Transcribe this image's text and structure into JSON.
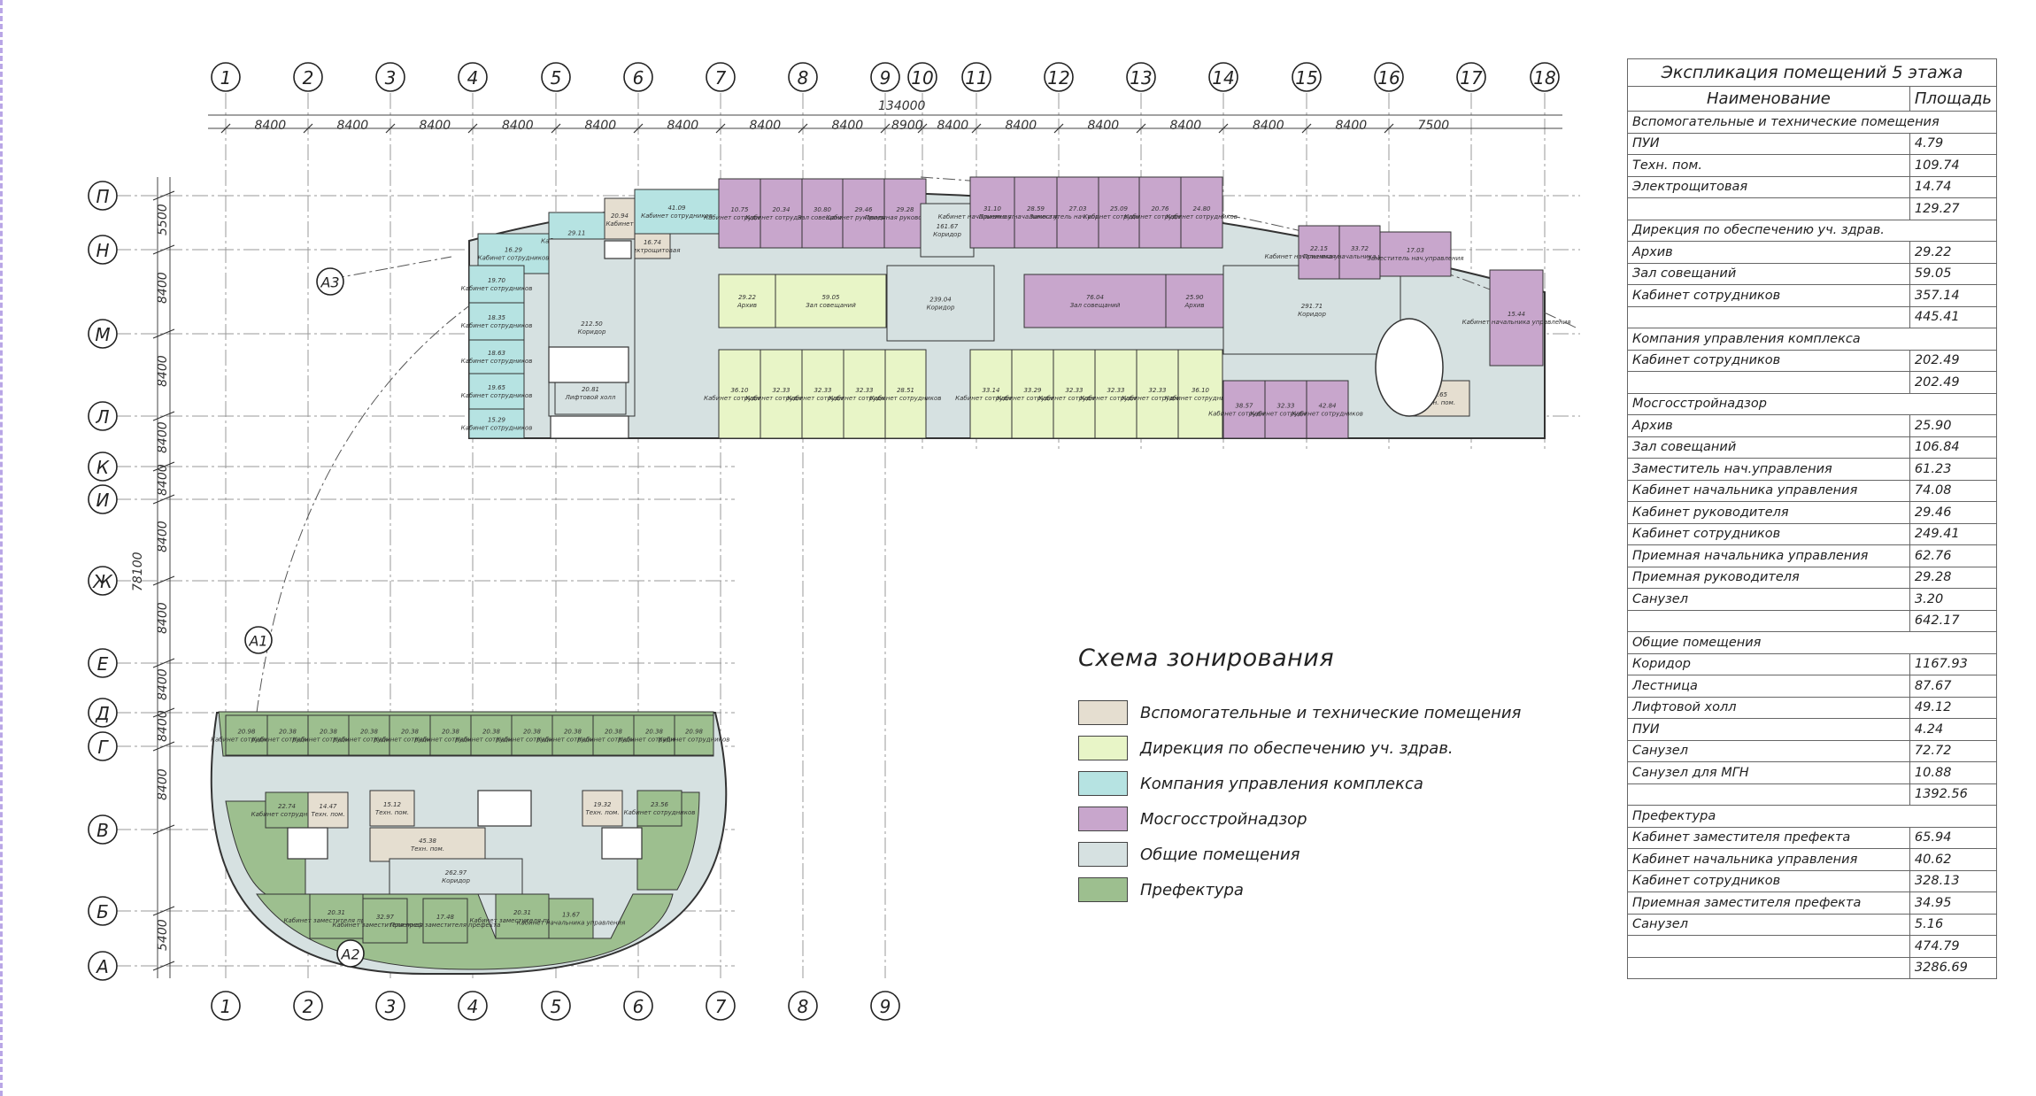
{
  "axes": {
    "top_numbers": [
      "1",
      "2",
      "3",
      "4",
      "5",
      "6",
      "7",
      "8",
      "9",
      "10",
      "11",
      "12",
      "13",
      "14",
      "15",
      "16",
      "17",
      "18"
    ],
    "bottom_numbers": [
      "1",
      "2",
      "3",
      "4",
      "5",
      "6",
      "7",
      "8",
      "9"
    ],
    "letters": [
      "П",
      "Н",
      "М",
      "Л",
      "К",
      "И",
      "Ж",
      "Е",
      "Д",
      "Г",
      "В",
      "Б",
      "А"
    ],
    "section_marks": [
      "A1",
      "A2",
      "A3"
    ]
  },
  "dimensions": {
    "total_width": "134000",
    "spans": [
      "8400",
      "8400",
      "8400",
      "8400",
      "8400",
      "8400",
      "8400",
      "8400",
      "8900",
      "8400",
      "8400",
      "8400",
      "8400",
      "8400",
      "8400",
      "7500"
    ],
    "vertical_spans": [
      "5500",
      "8400",
      "8400",
      "8400",
      "8400",
      "8400",
      "8400",
      "8400",
      "8400",
      "8400",
      "5400"
    ],
    "total_height": "78100"
  },
  "rooms": [
    {
      "area": "20.94",
      "name": "Кабинет"
    },
    {
      "area": "41.09",
      "name": "Кабинет сотрудников"
    },
    {
      "area": "16.29",
      "name": "Кабинет сотрудников"
    },
    {
      "area": "29.11",
      "name": "Кабинет сотрудников"
    },
    {
      "area": "16.74",
      "name": "Электрощитовая"
    },
    {
      "area": "19.70",
      "name": "Кабинет сотрудников"
    },
    {
      "area": "18.35",
      "name": "Кабинет сотрудников"
    },
    {
      "area": "18.63",
      "name": "Кабинет сотрудников"
    },
    {
      "area": "19.65",
      "name": "Кабинет сотрудников"
    },
    {
      "area": "15.29",
      "name": "Кабинет сотрудников"
    },
    {
      "area": "212.50",
      "name": "Коридор"
    },
    {
      "area": "20.81",
      "name": "Лифтовой холл"
    },
    {
      "area": "10.75",
      "name": "Кабинет сотрудников"
    },
    {
      "area": "20.34",
      "name": "Кабинет сотрудников"
    },
    {
      "area": "30.80",
      "name": "Зал совещаний"
    },
    {
      "area": "29.46",
      "name": "Кабинет руководителя"
    },
    {
      "area": "29.28",
      "name": "Приемная руководителя"
    },
    {
      "area": "29.22",
      "name": "Архив"
    },
    {
      "area": "59.05",
      "name": "Зал совещаний"
    },
    {
      "area": "239.04",
      "name": "Коридор"
    },
    {
      "area": "161.67",
      "name": "Коридор"
    },
    {
      "area": "31.10",
      "name": "Кабинет начальника управления"
    },
    {
      "area": "28.59",
      "name": "Приемная начальника управления"
    },
    {
      "area": "27.03",
      "name": "Заместитель нач.управления"
    },
    {
      "area": "25.09",
      "name": "Кабинет сотрудников"
    },
    {
      "area": "20.76",
      "name": "Кабинет сотрудников"
    },
    {
      "area": "24.80",
      "name": "Кабинет сотрудников"
    },
    {
      "area": "76.04",
      "name": "Зал совещаний"
    },
    {
      "area": "25.90",
      "name": "Архив"
    },
    {
      "area": "291.71",
      "name": "Коридор"
    },
    {
      "area": "22.15",
      "name": "Кабинет начальника управления"
    },
    {
      "area": "33.72",
      "name": "Приемная начальника управления"
    },
    {
      "area": "17.03",
      "name": "Заместитель нач.управления"
    },
    {
      "area": "15.44",
      "name": "Кабинет начальника управления"
    },
    {
      "area": "15.65",
      "name": "Техн. пом."
    },
    {
      "area": "36.10",
      "name": "Кабинет сотрудников"
    },
    {
      "area": "32.33",
      "name": "Кабинет сотрудников"
    },
    {
      "area": "33.14",
      "name": "Кабинет сотрудников"
    },
    {
      "area": "33.29",
      "name": "Кабинет сотрудников"
    },
    {
      "area": "38.57",
      "name": "Кабинет сотрудников"
    },
    {
      "area": "42.84",
      "name": "Кабинет сотрудников"
    },
    {
      "area": "28.51",
      "name": "Кабинет сотрудников"
    },
    {
      "area": "20.98",
      "name": "Кабинет сотрудников"
    },
    {
      "area": "20.38",
      "name": "Кабинет сотрудников"
    },
    {
      "area": "22.74",
      "name": "Кабинет сотрудников"
    },
    {
      "area": "14.47",
      "name": "Техн. пом."
    },
    {
      "area": "15.12",
      "name": "Техн. пом."
    },
    {
      "area": "45.38",
      "name": "Техн. пом."
    },
    {
      "area": "19.32",
      "name": "Техн. пом."
    },
    {
      "area": "23.56",
      "name": "Кабинет сотрудников"
    },
    {
      "area": "262.97",
      "name": "Коридор"
    },
    {
      "area": "20.31",
      "name": "Кабинет заместителя префекта"
    },
    {
      "area": "32.97",
      "name": "Кабинет заместителя префекта"
    },
    {
      "area": "17.48",
      "name": "Приемная заместителя префекта"
    },
    {
      "area": "13.67",
      "name": "Кабинет начальника управления"
    }
  ],
  "legend": {
    "title": "Схема зонирования",
    "items": [
      {
        "label": "Вспомогательные и технические помещения",
        "color": "#e5ded0"
      },
      {
        "label": "Дирекция по обеспечению уч. здрав.",
        "color": "#e8f5c7"
      },
      {
        "label": "Компания управления комплекса",
        "color": "#b6e3e2"
      },
      {
        "label": "Мосгосстройнадзор",
        "color": "#c8a6cc"
      },
      {
        "label": "Общие помещения",
        "color": "#d6e1e1"
      },
      {
        "label": "Префектура",
        "color": "#9dbf8f"
      }
    ]
  },
  "explication": {
    "title": "Экспликация помещений 5 этажа",
    "col_name": "Наименование",
    "col_area": "Площадь",
    "groups": [
      {
        "heading": "Вспомогательные и технические помещения",
        "rows": [
          {
            "name": "ПУИ",
            "area": "4.79"
          },
          {
            "name": "Техн. пом.",
            "area": "109.74"
          },
          {
            "name": "Электрощитовая",
            "area": "14.74"
          }
        ],
        "total": "129.27"
      },
      {
        "heading": "Дирекция по обеспечению уч. здрав.",
        "rows": [
          {
            "name": "Архив",
            "area": "29.22"
          },
          {
            "name": "Зал совещаний",
            "area": "59.05"
          },
          {
            "name": "Кабинет сотрудников",
            "area": "357.14"
          }
        ],
        "total": "445.41"
      },
      {
        "heading": "Компания управления комплекса",
        "rows": [
          {
            "name": "Кабинет сотрудников",
            "area": "202.49"
          }
        ],
        "total": "202.49"
      },
      {
        "heading": "Мосгосстройнадзор",
        "rows": [
          {
            "name": "Архив",
            "area": "25.90"
          },
          {
            "name": "Зал совещаний",
            "area": "106.84"
          },
          {
            "name": "Заместитель нач.управления",
            "area": "61.23"
          },
          {
            "name": "Кабинет начальника управления",
            "area": "74.08"
          },
          {
            "name": "Кабинет руководителя",
            "area": "29.46"
          },
          {
            "name": "Кабинет сотрудников",
            "area": "249.41"
          },
          {
            "name": "Приемная начальника управления",
            "area": "62.76"
          },
          {
            "name": "Приемная руководителя",
            "area": "29.28"
          },
          {
            "name": "Санузел",
            "area": "3.20"
          }
        ],
        "total": "642.17"
      },
      {
        "heading": "Общие помещения",
        "rows": [
          {
            "name": "Коридор",
            "area": "1167.93"
          },
          {
            "name": "Лестница",
            "area": "87.67"
          },
          {
            "name": "Лифтовой холл",
            "area": "49.12"
          },
          {
            "name": "ПУИ",
            "area": "4.24"
          },
          {
            "name": "Санузел",
            "area": "72.72"
          },
          {
            "name": "Санузел для МГН",
            "area": "10.88"
          }
        ],
        "total": "1392.56"
      },
      {
        "heading": "Префектура",
        "rows": [
          {
            "name": "Кабинет заместителя префекта",
            "area": "65.94"
          },
          {
            "name": "Кабинет начальника управления",
            "area": "40.62"
          },
          {
            "name": "Кабинет сотрудников",
            "area": "328.13"
          },
          {
            "name": "Приемная заместителя префекта",
            "area": "34.95"
          },
          {
            "name": "Санузел",
            "area": "5.16"
          }
        ],
        "total": "474.79"
      }
    ],
    "grand_total": "3286.69"
  }
}
